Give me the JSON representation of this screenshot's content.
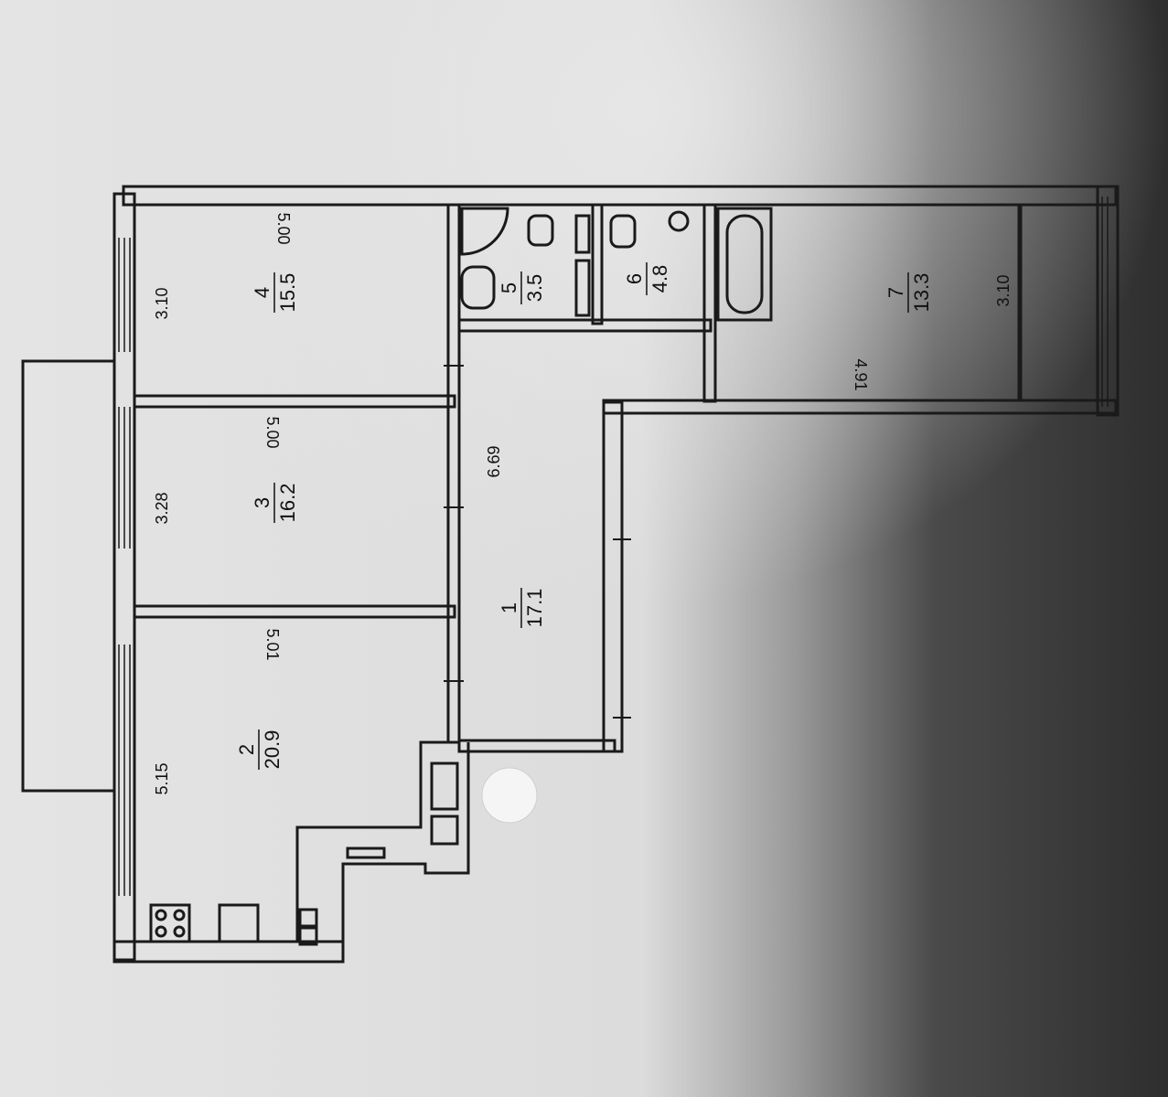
{
  "rooms": [
    {
      "number": "1",
      "area": "17.1"
    },
    {
      "number": "2",
      "area": "20.9"
    },
    {
      "number": "3",
      "area": "16.2"
    },
    {
      "number": "4",
      "area": "15.5"
    },
    {
      "number": "5",
      "area": "3.5"
    },
    {
      "number": "6",
      "area": "4.8"
    },
    {
      "number": "7",
      "area": "13.3"
    }
  ],
  "dimensions": {
    "room2_width": "5.15",
    "room2_length": "5.01",
    "room3_width": "3.28",
    "room3_length": "5.00",
    "room4_width": "3.10",
    "room4_length": "5.00",
    "hall_length": "6.69",
    "room7_width": "3.10",
    "room7_length": "4.91"
  },
  "colors": {
    "paper": "#e2e2e2",
    "ink": "#1a1a1a",
    "shadow": "#3a3a3a"
  }
}
